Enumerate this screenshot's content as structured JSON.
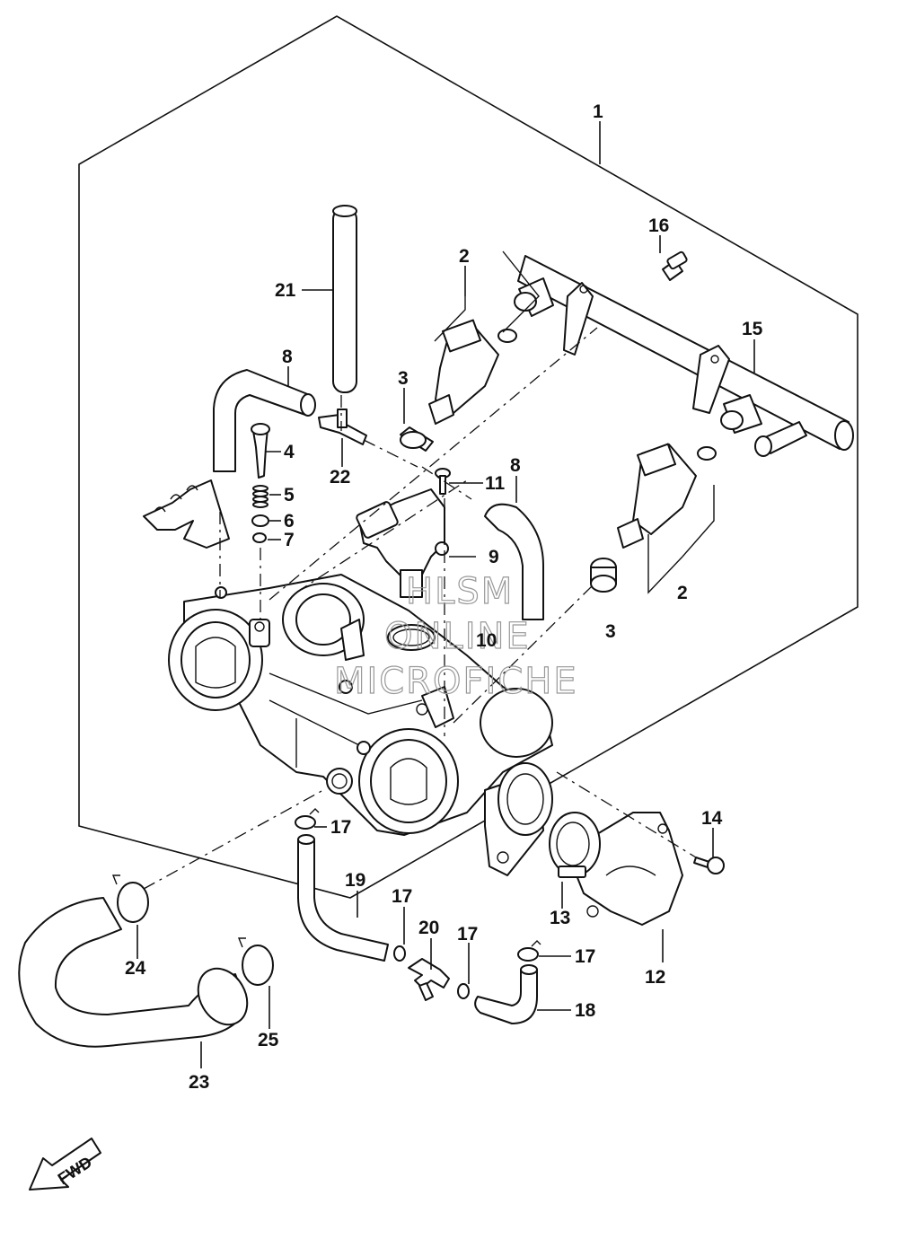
{
  "callouts": {
    "c1": "1",
    "c2a": "2",
    "c2b": "2",
    "c3a": "3",
    "c3b": "3",
    "c4": "4",
    "c5": "5",
    "c6": "6",
    "c7": "7",
    "c8a": "8",
    "c8b": "8",
    "c9": "9",
    "c10": "10",
    "c11": "11",
    "c12": "12",
    "c13": "13",
    "c14": "14",
    "c15": "15",
    "c16": "16",
    "c17a": "17",
    "c17b": "17",
    "c17c": "17",
    "c17d": "17",
    "c18": "18",
    "c19": "19",
    "c20": "20",
    "c21": "21",
    "c22": "22",
    "c23": "23",
    "c24": "24",
    "c25": "25"
  },
  "watermark": {
    "line1": "HLSM",
    "line2": "ONLINE",
    "line3": "MICROFICHE"
  },
  "fwd_arrow": {
    "label": "FWD"
  }
}
